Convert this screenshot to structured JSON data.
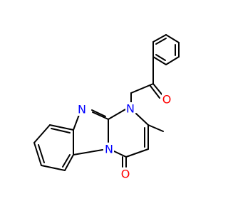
{
  "molecule": {
    "atom_labels": {
      "n_ring_bridge": "N",
      "n_imine": "N",
      "n_substituted": "N",
      "o_carbonyl_ketone": "O",
      "o_carbonyl_lactam": "O"
    },
    "colors": {
      "nitrogen": "#0000FF",
      "oxygen": "#FF0000",
      "bond": "#000000",
      "background": "#FFFFFF"
    }
  }
}
